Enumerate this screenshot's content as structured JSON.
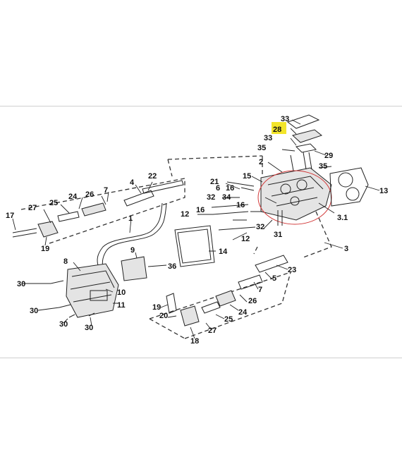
{
  "diagram": {
    "highlight_color": "#f3e52a",
    "ellipse_color": "#d23a3a",
    "highlighted_label": "28",
    "callouts": [
      {
        "id": "c33a",
        "text": "33"
      },
      {
        "id": "c28",
        "text": "28"
      },
      {
        "id": "c33b",
        "text": "33"
      },
      {
        "id": "c35a",
        "text": "35"
      },
      {
        "id": "c29",
        "text": "29"
      },
      {
        "id": "c2",
        "text": "2"
      },
      {
        "id": "c35b",
        "text": "35"
      },
      {
        "id": "c13",
        "text": "13"
      },
      {
        "id": "c15",
        "text": "15"
      },
      {
        "id": "c21",
        "text": "21"
      },
      {
        "id": "c6",
        "text": "6"
      },
      {
        "id": "c16a",
        "text": "16"
      },
      {
        "id": "c32a",
        "text": "32"
      },
      {
        "id": "c34",
        "text": "34"
      },
      {
        "id": "c16b",
        "text": "16"
      },
      {
        "id": "c12a",
        "text": "12"
      },
      {
        "id": "c16c",
        "text": "16"
      },
      {
        "id": "c32b",
        "text": "32"
      },
      {
        "id": "c31",
        "text": "31"
      },
      {
        "id": "c3_1",
        "text": "3.1"
      },
      {
        "id": "c12b",
        "text": "12"
      },
      {
        "id": "c22",
        "text": "22"
      },
      {
        "id": "c4",
        "text": "4"
      },
      {
        "id": "c7a",
        "text": "7"
      },
      {
        "id": "c26a",
        "text": "26"
      },
      {
        "id": "c24a",
        "text": "24"
      },
      {
        "id": "c25a",
        "text": "25"
      },
      {
        "id": "c27a",
        "text": "27"
      },
      {
        "id": "c17",
        "text": "17"
      },
      {
        "id": "c19a",
        "text": "19"
      },
      {
        "id": "c1",
        "text": "1"
      },
      {
        "id": "c14",
        "text": "14"
      },
      {
        "id": "c9",
        "text": "9"
      },
      {
        "id": "c36",
        "text": "36"
      },
      {
        "id": "c8",
        "text": "8"
      },
      {
        "id": "c30a",
        "text": "30"
      },
      {
        "id": "c10",
        "text": "10"
      },
      {
        "id": "c11",
        "text": "11"
      },
      {
        "id": "c30b",
        "text": "30"
      },
      {
        "id": "c30c",
        "text": "30"
      },
      {
        "id": "c30d",
        "text": "30"
      },
      {
        "id": "c3",
        "text": "3"
      },
      {
        "id": "c23",
        "text": "23"
      },
      {
        "id": "c5",
        "text": "5"
      },
      {
        "id": "c7b",
        "text": "7"
      },
      {
        "id": "c26b",
        "text": "26"
      },
      {
        "id": "c24b",
        "text": "24"
      },
      {
        "id": "c25b",
        "text": "25"
      },
      {
        "id": "c27b",
        "text": "27"
      },
      {
        "id": "c19b",
        "text": "19"
      },
      {
        "id": "c20",
        "text": "20"
      },
      {
        "id": "c18",
        "text": "18"
      }
    ]
  }
}
